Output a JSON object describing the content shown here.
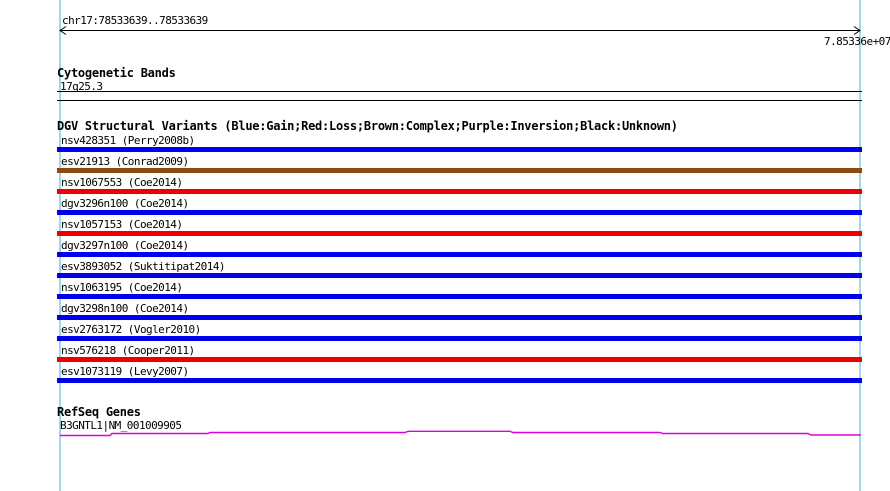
{
  "ruler": {
    "region": "chr17:78533639..78533639",
    "end_position": "7.85336e+07"
  },
  "cytogenetic": {
    "title": "Cytogenetic Bands",
    "band": "17q25.3"
  },
  "dgv": {
    "title": "DGV Structural Variants (Blue:Gain;Red:Loss;Brown:Complex;Purple:Inversion;Black:Unknown)",
    "variants": [
      {
        "label": "nsv428351 (Perry2008b)",
        "type": "gain",
        "color": "#0000EE"
      },
      {
        "label": "esv21913 (Conrad2009)",
        "type": "complex",
        "color": "#8F4A12"
      },
      {
        "label": "nsv1067553 (Coe2014)",
        "type": "loss",
        "color": "#EE0000"
      },
      {
        "label": "dgv3296n100 (Coe2014)",
        "type": "gain",
        "color": "#0000EE"
      },
      {
        "label": "nsv1057153 (Coe2014)",
        "type": "loss",
        "color": "#EE0000"
      },
      {
        "label": "dgv3297n100 (Coe2014)",
        "type": "gain",
        "color": "#0000EE"
      },
      {
        "label": "esv3893052 (Suktitipat2014)",
        "type": "gain",
        "color": "#0000EE"
      },
      {
        "label": "nsv1063195 (Coe2014)",
        "type": "gain",
        "color": "#0000EE"
      },
      {
        "label": "dgv3298n100 (Coe2014)",
        "type": "gain",
        "color": "#0000EE"
      },
      {
        "label": "esv2763172 (Vogler2010)",
        "type": "gain",
        "color": "#0000EE"
      },
      {
        "label": "nsv576218 (Cooper2011)",
        "type": "loss",
        "color": "#EE0000"
      },
      {
        "label": "esv1073119 (Levy2007)",
        "type": "gain",
        "color": "#0000EE"
      }
    ]
  },
  "refseq": {
    "title": "RefSeq Genes",
    "gene": "B3GNTL1|NM_001009905",
    "line_color": "#DD00DD",
    "line_points": [
      [
        3,
        7.5
      ],
      [
        53,
        7.5
      ],
      [
        55,
        5.5
      ],
      [
        151,
        5.5
      ],
      [
        153,
        4.5
      ],
      [
        348,
        4.5
      ],
      [
        351,
        3.3
      ],
      [
        453,
        3.3
      ],
      [
        456,
        4.5
      ],
      [
        603,
        4.5
      ],
      [
        606,
        5.5
      ],
      [
        751,
        5.5
      ],
      [
        754,
        7
      ],
      [
        804,
        7
      ]
    ]
  },
  "colors": {
    "guide_line": "#A0D8E8",
    "separator": "#000000",
    "background": "#FEFFFE"
  }
}
